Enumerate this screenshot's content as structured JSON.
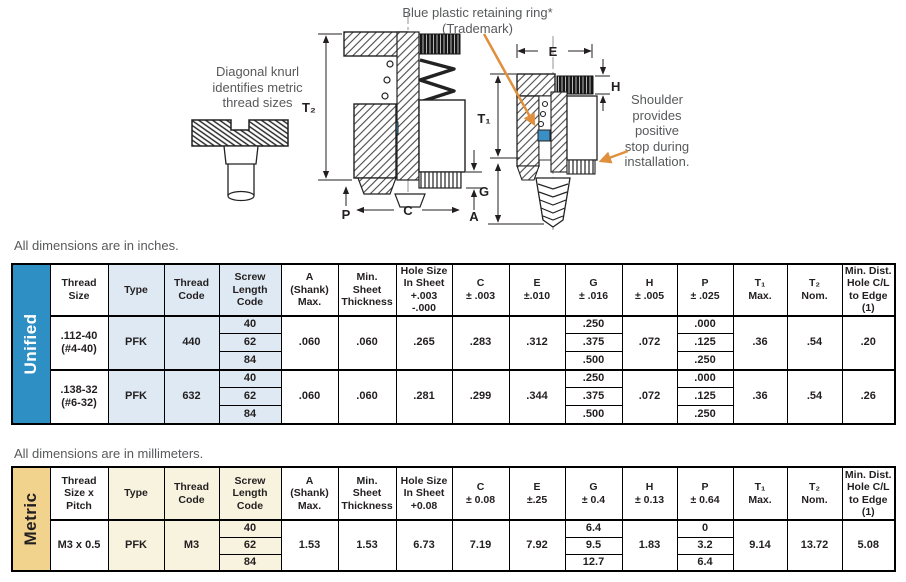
{
  "notes": {
    "inches": "All dimensions are in inches.",
    "millimeters": "All dimensions are in millimeters."
  },
  "diagram": {
    "knurl_caption": "Diagonal knurl\nidentifies metric\nthread sizes",
    "ring_caption": "Blue plastic retaining ring*\n(Trademark)",
    "shoulder_caption": "Shoulder\nprovides\npositive\nstop during\ninstallation.",
    "labels": {
      "t2": "T₂",
      "t1": "T₁",
      "e": "E",
      "h": "H",
      "g": "G",
      "p": "P",
      "c": "C",
      "a": "A"
    }
  },
  "unified": {
    "section_label": "Unified",
    "headers": [
      "Thread\nSize",
      "Type",
      "Thread\nCode",
      "Screw\nLength\nCode",
      "A\n(Shank)\nMax.",
      "Min.\nSheet\nThickness",
      "Hole Size\nIn Sheet\n+.003 -.000",
      "C\n± .003",
      "E\n±.010",
      "G\n± .016",
      "H\n± .005",
      "P\n± .025",
      "T₁\nMax.",
      "T₂\nNom.",
      "Min. Dist.\nHole C/L\nto Edge (1)"
    ],
    "rows": [
      {
        "thread_size": ".112-40\n(#4-40)",
        "type": "PFK",
        "thread_code": "440",
        "screw_lengths": [
          "40",
          "62",
          "84"
        ],
        "a_shank": ".060",
        "min_sheet": ".060",
        "hole_size": ".265",
        "c": ".283",
        "e": ".312",
        "g": [
          ".250",
          ".375",
          ".500"
        ],
        "h": ".072",
        "p": [
          ".000",
          ".125",
          ".250"
        ],
        "t1": ".36",
        "t2": ".54",
        "min_dist": ".20"
      },
      {
        "thread_size": ".138-32\n(#6-32)",
        "type": "PFK",
        "thread_code": "632",
        "screw_lengths": [
          "40",
          "62",
          "84"
        ],
        "a_shank": ".060",
        "min_sheet": ".060",
        "hole_size": ".281",
        "c": ".299",
        "e": ".344",
        "g": [
          ".250",
          ".375",
          ".500"
        ],
        "h": ".072",
        "p": [
          ".000",
          ".125",
          ".250"
        ],
        "t1": ".36",
        "t2": ".54",
        "min_dist": ".26"
      }
    ]
  },
  "metric": {
    "section_label": "Metric",
    "headers": [
      "Thread\nSize x\nPitch",
      "Type",
      "Thread\nCode",
      "Screw\nLength\nCode",
      "A\n(Shank)\nMax.",
      "Min.\nSheet\nThickness",
      "Hole Size\nIn Sheet\n+0.08",
      "C\n± 0.08",
      "E\n±.25",
      "G\n± 0.4",
      "H\n± 0.13",
      "P\n± 0.64",
      "T₁\nMax.",
      "T₂\nNom.",
      "Min. Dist.\nHole C/L\nto Edge (1)"
    ],
    "rows": [
      {
        "thread_size": "M3 x 0.5",
        "type": "PFK",
        "thread_code": "M3",
        "screw_lengths": [
          "40",
          "62",
          "84"
        ],
        "a_shank": "1.53",
        "min_sheet": "1.53",
        "hole_size": "6.73",
        "c": "7.19",
        "e": "7.92",
        "g": [
          "6.4",
          "9.5",
          "12.7"
        ],
        "h": "1.83",
        "p": [
          "0",
          "3.2",
          "6.4"
        ],
        "t1": "9.14",
        "t2": "13.72",
        "min_dist": "5.08"
      }
    ]
  },
  "colors": {
    "unified_bar": "#2e8fc5",
    "unified_tint": "#dee9f3",
    "metric_bar": "#f2d38d",
    "metric_tint": "#f8f3df",
    "callout_orange": "#e08f3c",
    "retaining_ring_blue": "#3b8ec6"
  }
}
